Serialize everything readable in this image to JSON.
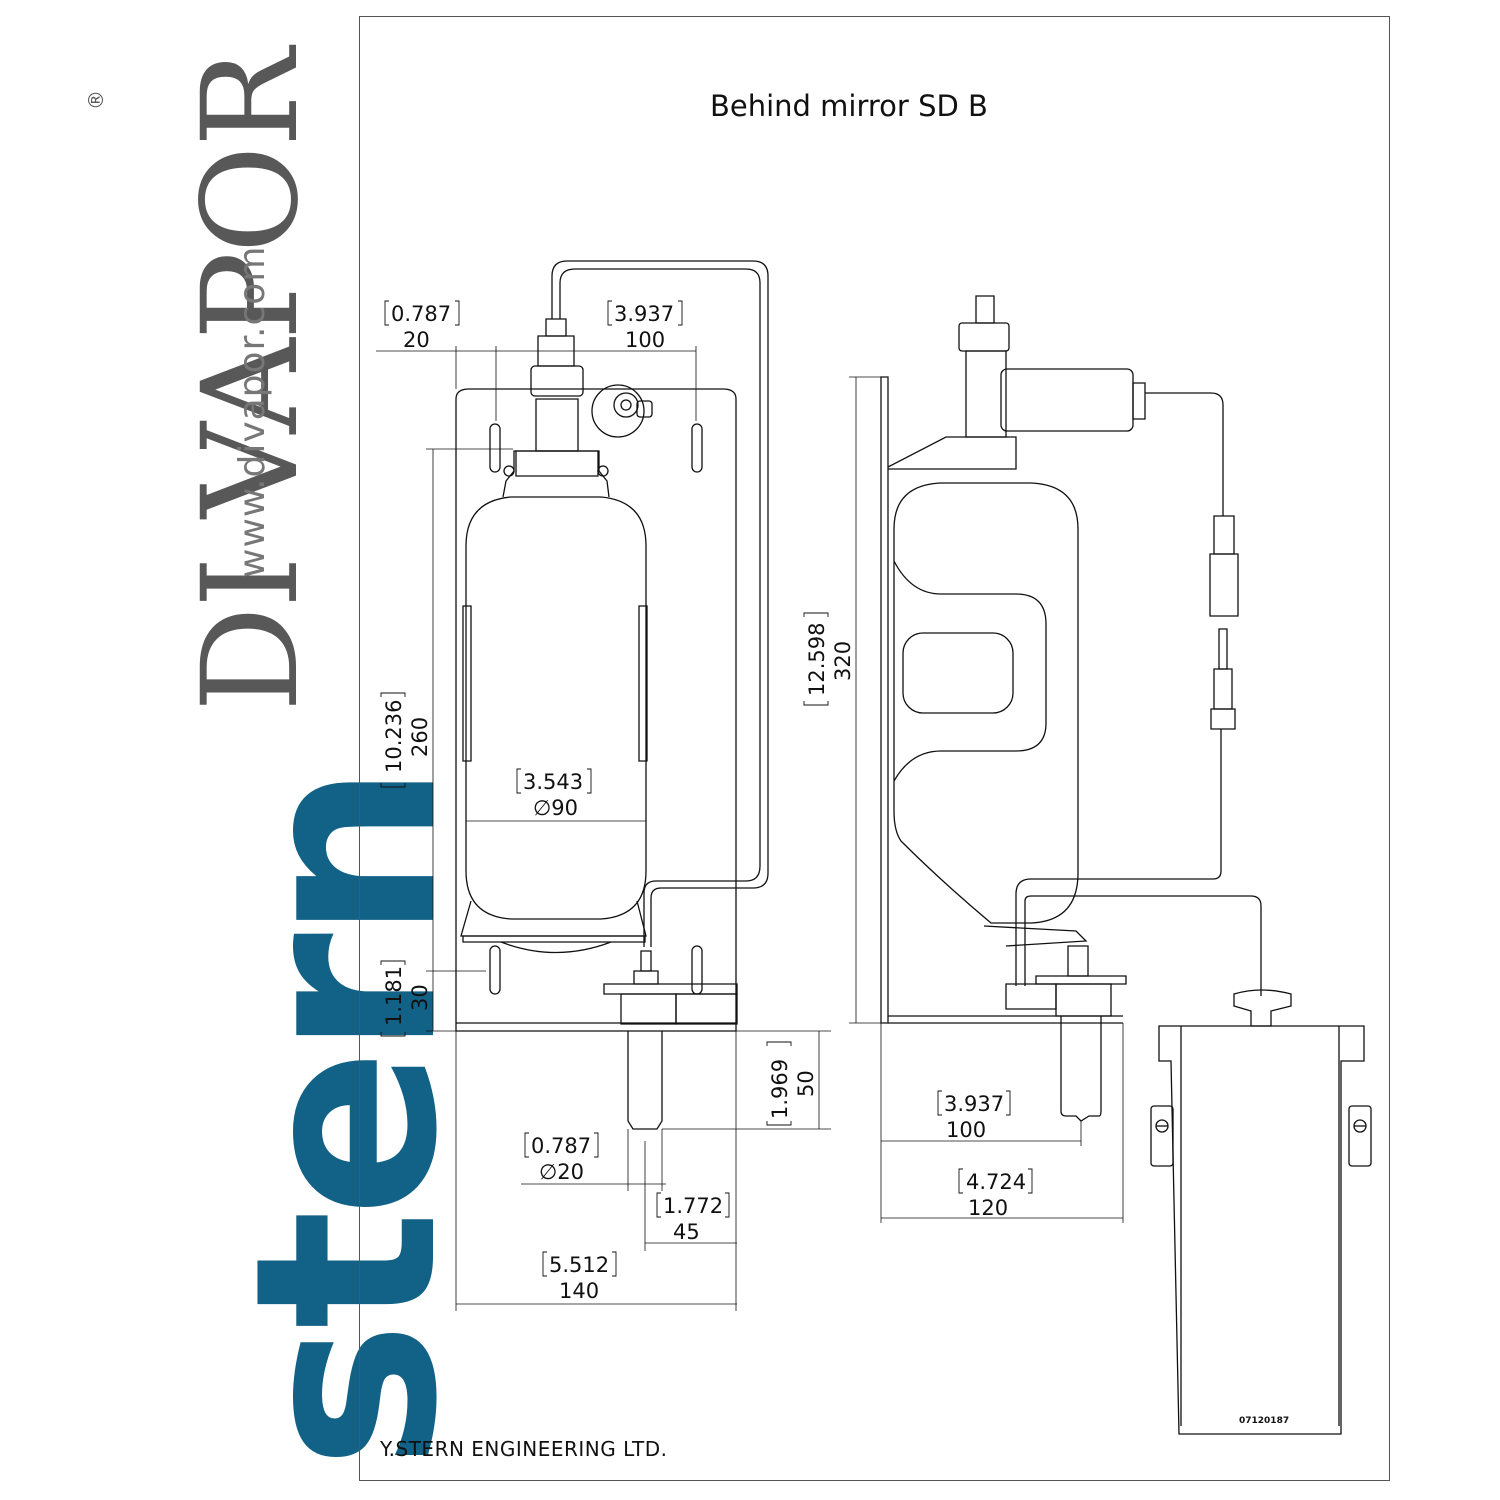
{
  "brand": {
    "stern_logo": "stern",
    "divapor_logo": "DI VAPOR",
    "registered_mark": "®",
    "website": "www.divapor.com",
    "stern_color": "#126187",
    "divapor_color": "#585858"
  },
  "drawing": {
    "title": "Behind mirror SD B",
    "footer": "Y.STERN ENGINEERING LTD.",
    "part_code": "07120187",
    "front_view": {
      "top_left_offset": {
        "inch": "0.787",
        "mm": "20"
      },
      "top_hole_spacing": {
        "inch": "3.937",
        "mm": "100"
      },
      "tank_height": {
        "inch": "10.236",
        "mm": "260"
      },
      "tank_diameter": {
        "inch": "3.543",
        "mm": "∅90"
      },
      "bottom_offset": {
        "inch": "1.181",
        "mm": "30"
      },
      "nozzle_length": {
        "inch": "1.969",
        "mm": "50"
      },
      "nozzle_diameter": {
        "inch": "0.787",
        "mm": "∅20"
      },
      "nozzle_offset": {
        "inch": "1.772",
        "mm": "45"
      },
      "plate_width": {
        "inch": "5.512",
        "mm": "140"
      }
    },
    "side_view": {
      "plate_height": {
        "inch": "12.598",
        "mm": "320"
      },
      "nozzle_depth": {
        "inch": "3.937",
        "mm": "100"
      },
      "overall_depth": {
        "inch": "4.724",
        "mm": "120"
      }
    }
  }
}
